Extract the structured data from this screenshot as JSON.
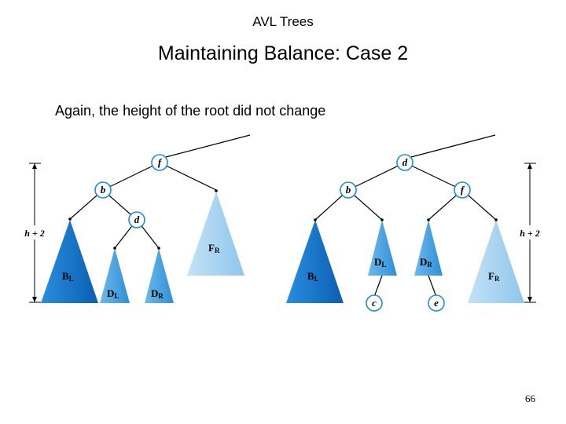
{
  "header": {
    "course": "AVL Trees",
    "title": "Maintaining Balance: Case 2",
    "subtitle": "Again, the height of the root did not change"
  },
  "diagram": {
    "before": {
      "nodes": {
        "f": "f",
        "b": "b",
        "d": "d"
      },
      "subtrees": {
        "BL": {
          "main": "B",
          "sub": "L"
        },
        "DL": {
          "main": "D",
          "sub": "L"
        },
        "DR": {
          "main": "D",
          "sub": "R"
        },
        "FR": {
          "main": "F",
          "sub": "R"
        }
      },
      "height_label": "h + 2"
    },
    "after": {
      "nodes": {
        "d": "d",
        "b": "b",
        "f": "f",
        "c": "c",
        "e": "e"
      },
      "subtrees": {
        "BL": {
          "main": "B",
          "sub": "L"
        },
        "DL": {
          "main": "D",
          "sub": "L"
        },
        "DR": {
          "main": "D",
          "sub": "R"
        },
        "FR": {
          "main": "F",
          "sub": "R"
        }
      },
      "height_label": "h + 2"
    },
    "colors": {
      "dark": "#0a72c6",
      "mid": "#3c9fe0",
      "light": "#a6d3f2",
      "node_stroke": "#1e8fd2"
    }
  },
  "page_number": "66"
}
